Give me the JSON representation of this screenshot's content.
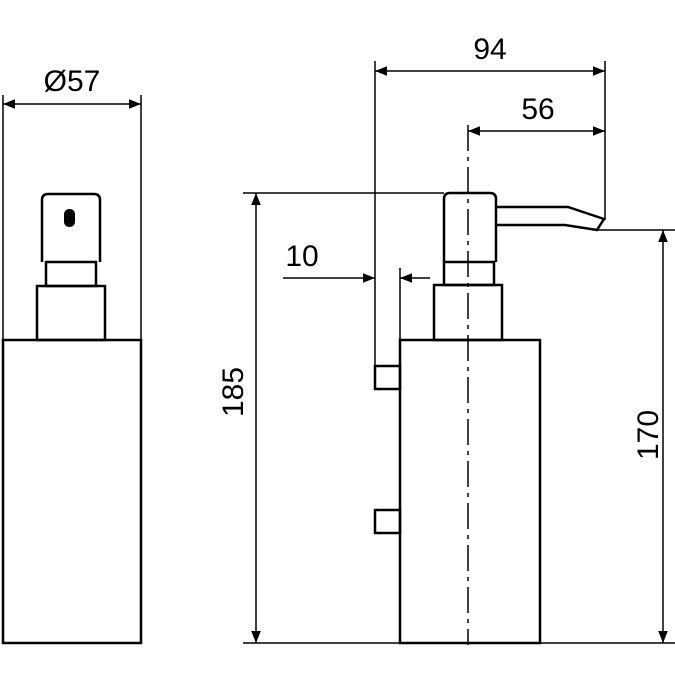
{
  "dimensions": {
    "front_width": "Ø57",
    "overall_projection": "94",
    "spout_reach": "56",
    "wall_gap": "10",
    "overall_height": "185",
    "spout_height": "170"
  },
  "colors": {
    "line": "#000000",
    "background": "#ffffff"
  }
}
